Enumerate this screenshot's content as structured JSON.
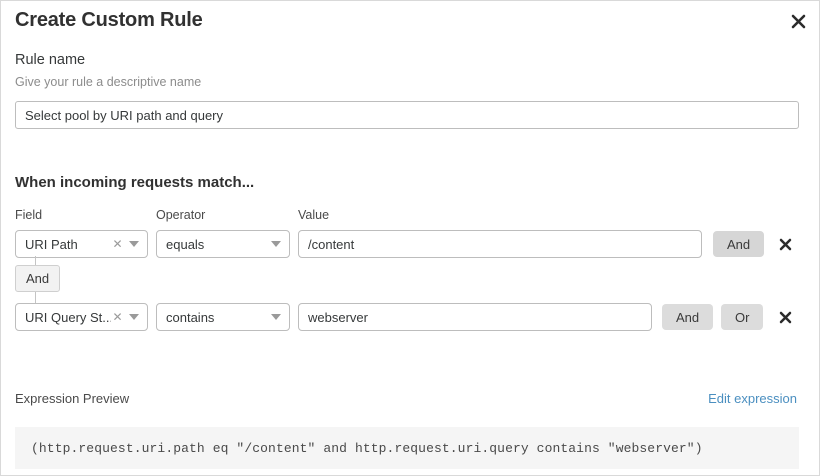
{
  "dialog": {
    "title": "Create Custom Rule",
    "close_icon": "close-icon"
  },
  "rule_name": {
    "label": "Rule name",
    "help": "Give your rule a descriptive name",
    "value": "Select pool by URI path and query",
    "placeholder": "Select pool by URI path and query"
  },
  "conditions": {
    "heading": "When incoming requests match...",
    "columns": {
      "field": "Field",
      "operator": "Operator",
      "value": "Value"
    },
    "connector": {
      "label": "And"
    },
    "rows": [
      {
        "field": "URI Path",
        "operator": "equals",
        "value": "/content",
        "and_label": "And",
        "remove_icon": "close-icon"
      },
      {
        "field": "URI Query St...",
        "operator": "contains",
        "value": "webserver",
        "and_label": "And",
        "or_label": "Or",
        "remove_icon": "close-icon"
      }
    ]
  },
  "expression": {
    "label": "Expression Preview",
    "edit_link": "Edit expression",
    "code": "(http.request.uri.path eq \"/content\" and http.request.uri.query contains \"webserver\")"
  },
  "colors": {
    "link": "#4b8fc0",
    "button_bg": "#d6d6d6",
    "code_bg": "#f5f5f5",
    "border": "#bdbdbd"
  }
}
